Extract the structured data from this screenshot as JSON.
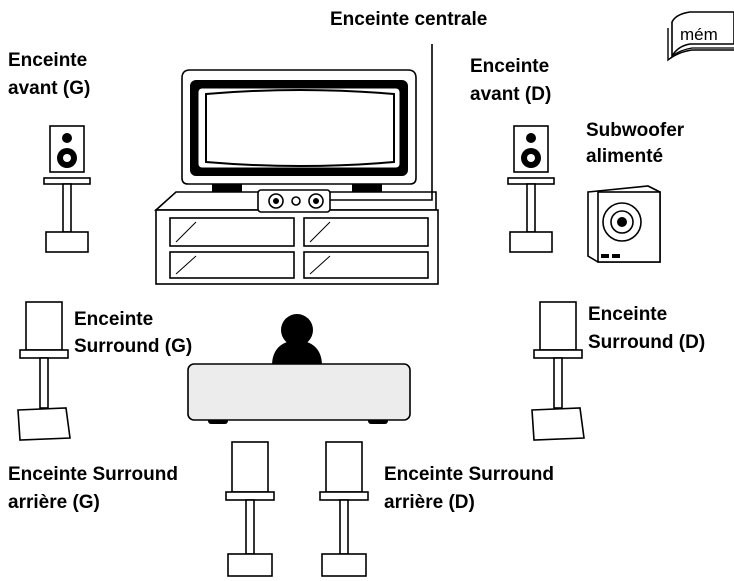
{
  "labels": {
    "center": "Enceinte centrale",
    "front_left_l1": "Enceinte",
    "front_left_l2": "avant (G)",
    "front_right_l1": "Enceinte",
    "front_right_l2": "avant (D)",
    "subwoofer_l1": "Subwoofer",
    "subwoofer_l2": "alimenté",
    "surround_left_l1": "Enceinte",
    "surround_left_l2": "Surround (G)",
    "surround_right_l1": "Enceinte",
    "surround_right_l2": "Surround (D)",
    "surround_back_left_l1": "Enceinte Surround",
    "surround_back_left_l2": "arrière (G)",
    "surround_back_right_l1": "Enceinte Surround",
    "surround_back_right_l2": "arrière (D)"
  },
  "memo_badge": "mém",
  "colors": {
    "ink": "#000000",
    "paper": "#ffffff",
    "shade": "#ececec"
  }
}
